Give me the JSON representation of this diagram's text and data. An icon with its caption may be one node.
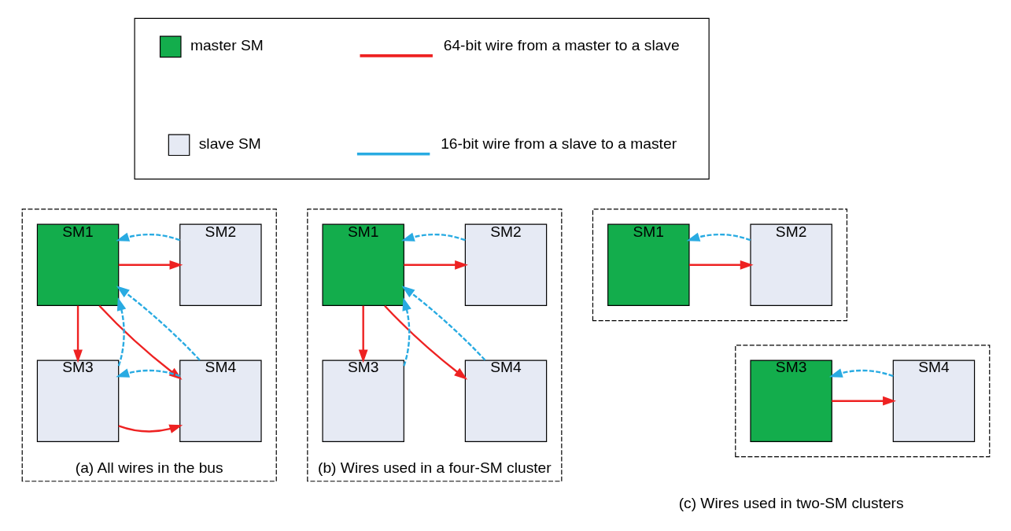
{
  "diagram": {
    "nodes": [
      {
        "text": [
          "(a) All wires in the bus"
        ]
      },
      {
        "text": [
          "SM1"
        ],
        "in": 0
      },
      {
        "text": [
          "SM2"
        ],
        "in": 0
      },
      {
        "text": [
          "SM3"
        ],
        "in": 0
      },
      {
        "text": [
          "SM4"
        ],
        "in": 0
      },
      {
        "text": [
          "(b) Wires used in a four-SM cluster"
        ]
      },
      {
        "text": [
          "SM1"
        ],
        "in": 5
      },
      {
        "text": [
          "SM2"
        ],
        "in": 5
      },
      {
        "text": [
          "SM3"
        ],
        "in": 5
      },
      {
        "text": [
          "SM4"
        ],
        "in": 5
      },
      {
        "text": [],
        "shape": "box"
      },
      {
        "text": [
          "SM1"
        ],
        "in": 10
      },
      {
        "text": [
          "SM2"
        ],
        "in": 10
      },
      {
        "text": [],
        "shape": "box"
      },
      {
        "text": [
          "SM3"
        ],
        "in": 13
      },
      {
        "text": [
          "SM4"
        ],
        "in": 13
      },
      {
        "text": [],
        "shape": "box"
      }
    ],
    "edges": [
      {
        "from": 1,
        "to": 2,
        "arrow": "to",
        "color": "#ee2222"
      },
      {
        "from": 1,
        "to": 3,
        "arrow": "to",
        "color": "#ee2222"
      },
      {
        "from": 1,
        "to": 4,
        "arrow": "to",
        "color": "#ee2222"
      },
      {
        "from": 3,
        "to": 4,
        "arrow": "to",
        "color": "#ee2222"
      },
      {
        "from": 2,
        "to": 1,
        "arrow": "to",
        "style": "dashed",
        "color": "#29abe2"
      },
      {
        "from": 3,
        "to": 1,
        "arrow": "to",
        "style": "dashed",
        "color": "#29abe2"
      },
      {
        "from": 4,
        "to": 1,
        "arrow": "to",
        "style": "dashed",
        "color": "#29abe2"
      },
      {
        "from": 4,
        "to": 3,
        "arrow": "to",
        "style": "dashed",
        "color": "#29abe2"
      },
      {
        "from": 6,
        "to": 7,
        "arrow": "to",
        "color": "#ee2222"
      },
      {
        "from": 6,
        "to": 8,
        "arrow": "to",
        "color": "#ee2222"
      },
      {
        "from": 6,
        "to": 9,
        "arrow": "to",
        "color": "#ee2222"
      },
      {
        "from": 7,
        "to": 6,
        "arrow": "to",
        "style": "dashed",
        "color": "#29abe2"
      },
      {
        "from": 8,
        "to": 6,
        "arrow": "to",
        "style": "dashed",
        "color": "#29abe2"
      },
      {
        "from": 9,
        "to": 6,
        "arrow": "to",
        "style": "dashed",
        "color": "#29abe2"
      },
      {
        "from": 11,
        "to": 12,
        "arrow": "to",
        "color": "#ee2222"
      },
      {
        "from": 12,
        "to": 11,
        "arrow": "to",
        "style": "dashed",
        "color": "#29abe2"
      },
      {
        "from": 14,
        "to": 15,
        "arrow": "to",
        "color": "#ee2222"
      },
      {
        "from": 15,
        "to": 14,
        "arrow": "to",
        "style": "dashed",
        "color": "#29abe2"
      }
    ],
    "labels": [
      "(c) Wires used in two-SM clusters"
    ],
    "legend": [
      {
        "text": "master SM",
        "color": "#13ad4c"
      },
      {
        "text": "slave SM",
        "color": "#e6eaf4"
      },
      {
        "text": "64-bit wire from a master to a slave"
      },
      {
        "text": "16-bit wire from a slave to a master"
      }
    ]
  }
}
